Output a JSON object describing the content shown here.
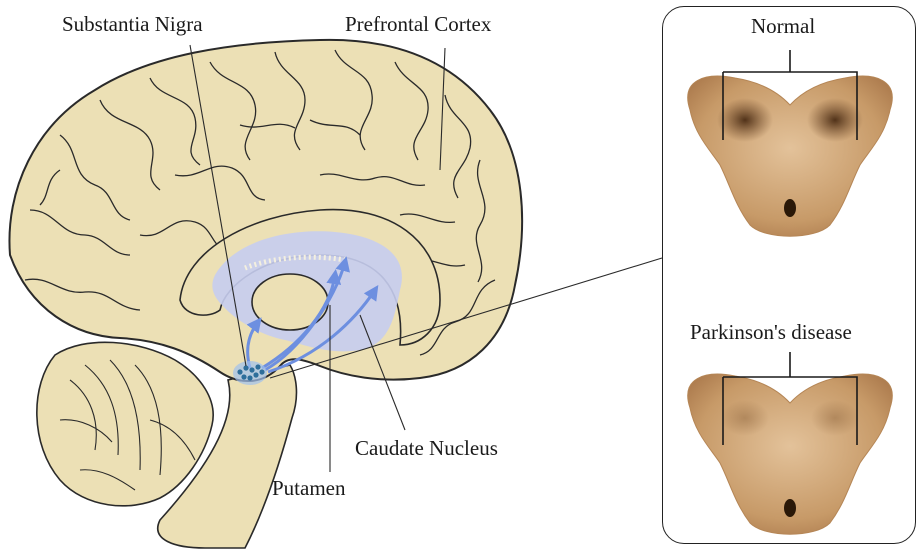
{
  "labels": {
    "substantia_nigra": "Substantia Nigra",
    "prefrontal_cortex": "Prefrontal Cortex",
    "caudate_nucleus": "Caudate Nucleus",
    "putamen": "Putamen"
  },
  "panel": {
    "normal": "Normal",
    "parkinsons": "Parkinson's disease"
  },
  "colors": {
    "brain_fill": "#ece0b5",
    "brain_outline": "#2a2a2a",
    "pathway_blue": "#6d8fe0",
    "region_highlight": "#c7cdf0",
    "tissue": "#c89a6a",
    "pigment": "#5a3a20"
  }
}
